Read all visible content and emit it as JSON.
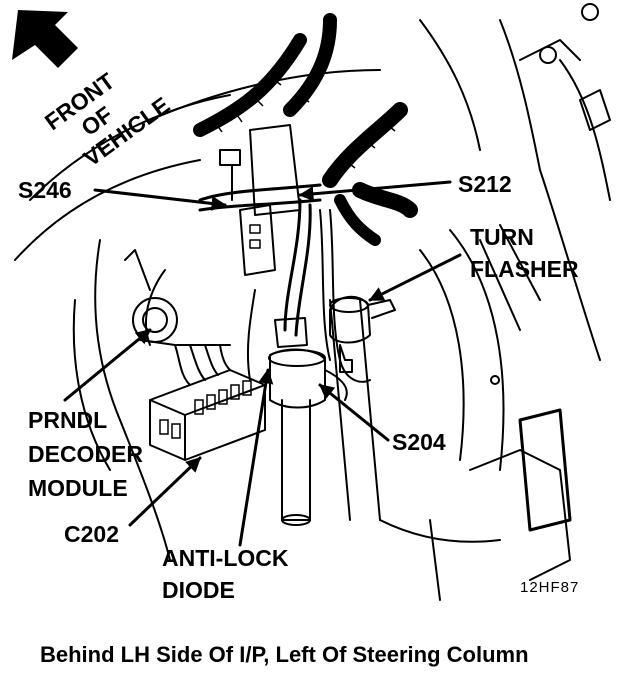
{
  "orientation": {
    "line1": "FRONT",
    "line2": "OF",
    "line3": "VEHICLE"
  },
  "labels": {
    "s246": "S246",
    "s212": "S212",
    "turn_flasher_1": "TURN",
    "turn_flasher_2": "FLASHER",
    "prndl_1": "PRNDL",
    "prndl_2": "DECODER",
    "prndl_3": "MODULE",
    "s204": "S204",
    "c202": "C202",
    "anti_lock_1": "ANTI-LOCK",
    "anti_lock_2": "DIODE"
  },
  "figure_code": "12HF87",
  "caption": "Behind LH Side Of I/P, Left Of Steering Column"
}
